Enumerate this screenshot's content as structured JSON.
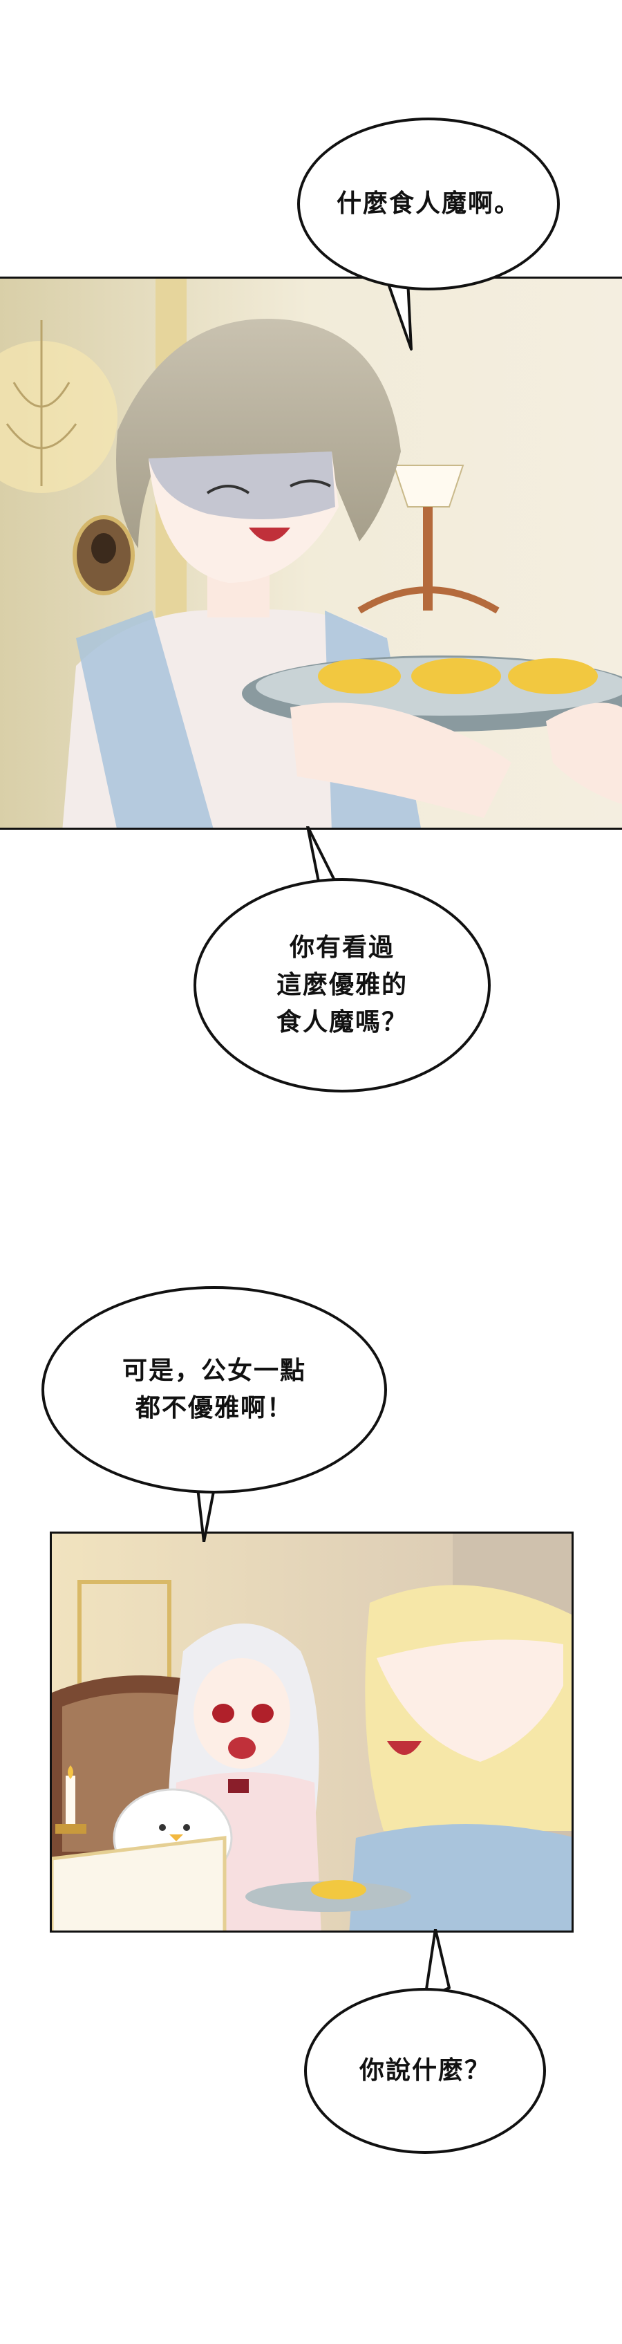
{
  "bubbles": {
    "b1": "什麼食人魔啊。",
    "b2": "你有看過\n這麼優雅的\n食人魔嗎？",
    "b3": "可是，公女一點\n都不優雅啊！",
    "b4": "你說什麼？"
  }
}
